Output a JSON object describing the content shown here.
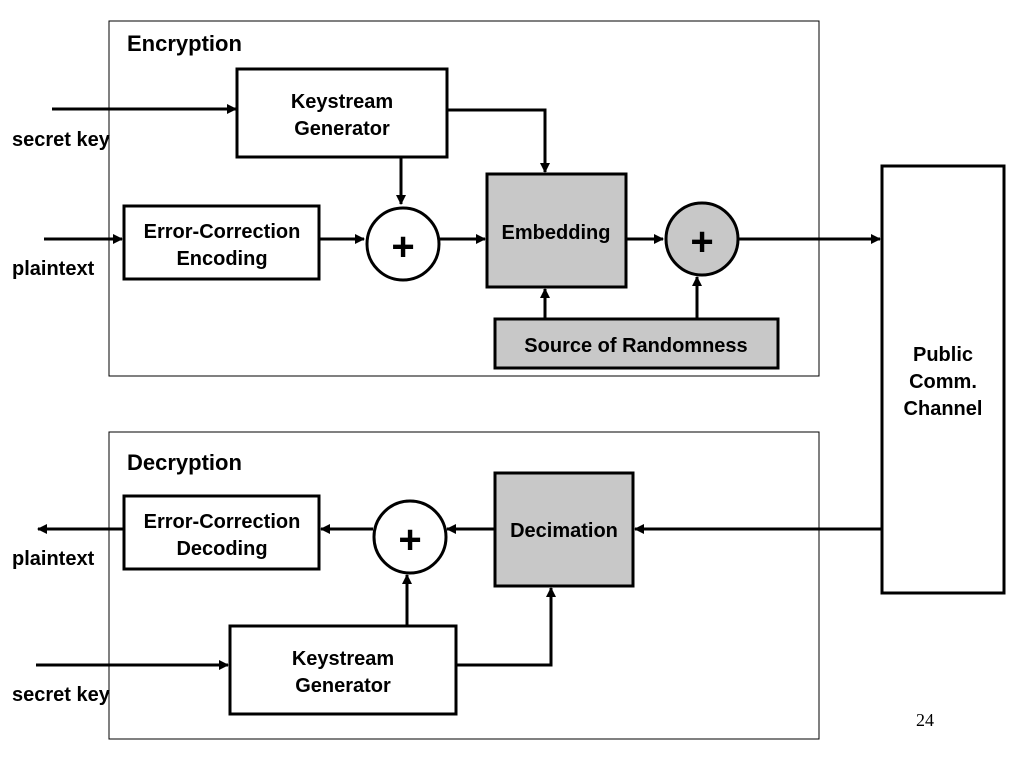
{
  "encryption": {
    "title": "Encryption",
    "secret_key_label": "secret key",
    "plaintext_label": "plaintext",
    "keystream_generator": {
      "line1": "Keystream",
      "line2": "Generator"
    },
    "error_correction_encoding": {
      "line1": "Error-Correction",
      "line2": "Encoding"
    },
    "xor_symbol": "+",
    "embedding": "Embedding",
    "xor2_symbol": "+",
    "source_of_randomness": "Source of Randomness"
  },
  "channel": {
    "line1": "Public",
    "line2": "Comm.",
    "line3": "Channel"
  },
  "decryption": {
    "title": "Decryption",
    "plaintext_label": "plaintext",
    "secret_key_label": "secret key",
    "error_correction_decoding": {
      "line1": "Error-Correction",
      "line2": "Decoding"
    },
    "xor_symbol": "+",
    "decimation": "Decimation",
    "keystream_generator": {
      "line1": "Keystream",
      "line2": "Generator"
    }
  },
  "page_number": "24"
}
